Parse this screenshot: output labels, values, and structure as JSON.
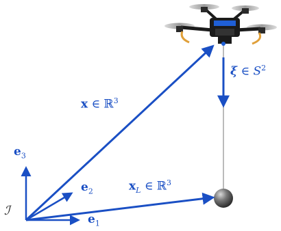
{
  "labels": {
    "e1": {
      "base": "e",
      "sub": "1"
    },
    "e2": {
      "base": "e",
      "sub": "2"
    },
    "e3": {
      "base": "e",
      "sub": "3"
    },
    "origin": "ℐ",
    "x": {
      "base": "x",
      "rel": "∈",
      "set": "ℝ",
      "sup": "3"
    },
    "xL": {
      "base": "x",
      "sub": "L",
      "rel": "∈",
      "set": "ℝ",
      "sup": "3"
    },
    "xi": {
      "base": "ξ",
      "rel": "∈",
      "set": "S",
      "sup": "2"
    }
  },
  "colors": {
    "arrow": "#1a4fc4",
    "cable": "#b8b8b8",
    "load": "#6a6a6a",
    "drone_frame": "#1b1b1b",
    "drone_accent": "#1f5fd6",
    "propeller_tips": "#e0a03a"
  },
  "icons": {
    "drone": "quadrotor-icon",
    "load": "spherical-load-icon"
  }
}
